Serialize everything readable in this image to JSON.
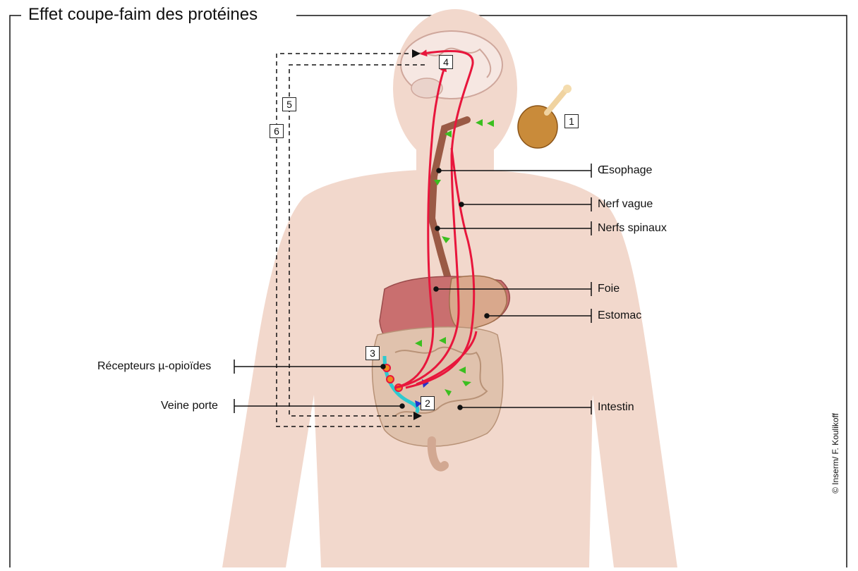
{
  "title": "Effet coupe-faim des protéines",
  "labels": {
    "oesophage": "Œsophage",
    "nerf_vague": "Nerf vague",
    "nerfs_spinaux": "Nerfs spinaux",
    "foie": "Foie",
    "estomac": "Estomac",
    "intestin": "Intestin",
    "recepteurs": "Récepteurs µ-opioïdes",
    "veine_porte": "Veine porte"
  },
  "steps": [
    "1",
    "2",
    "3",
    "4",
    "5",
    "6"
  ],
  "credit": "© Inserm/ F. Koulikoff",
  "colors": {
    "body": "#f2d8cc",
    "nerve": "#e8163c",
    "flow_arrow": "#3bbf1f",
    "portal_vein": "#2ec9cf",
    "receptor": "#f08a1c",
    "blood_arrow": "#2233cc",
    "liver": "#c96f6f",
    "esophagus": "#9a5a45"
  }
}
